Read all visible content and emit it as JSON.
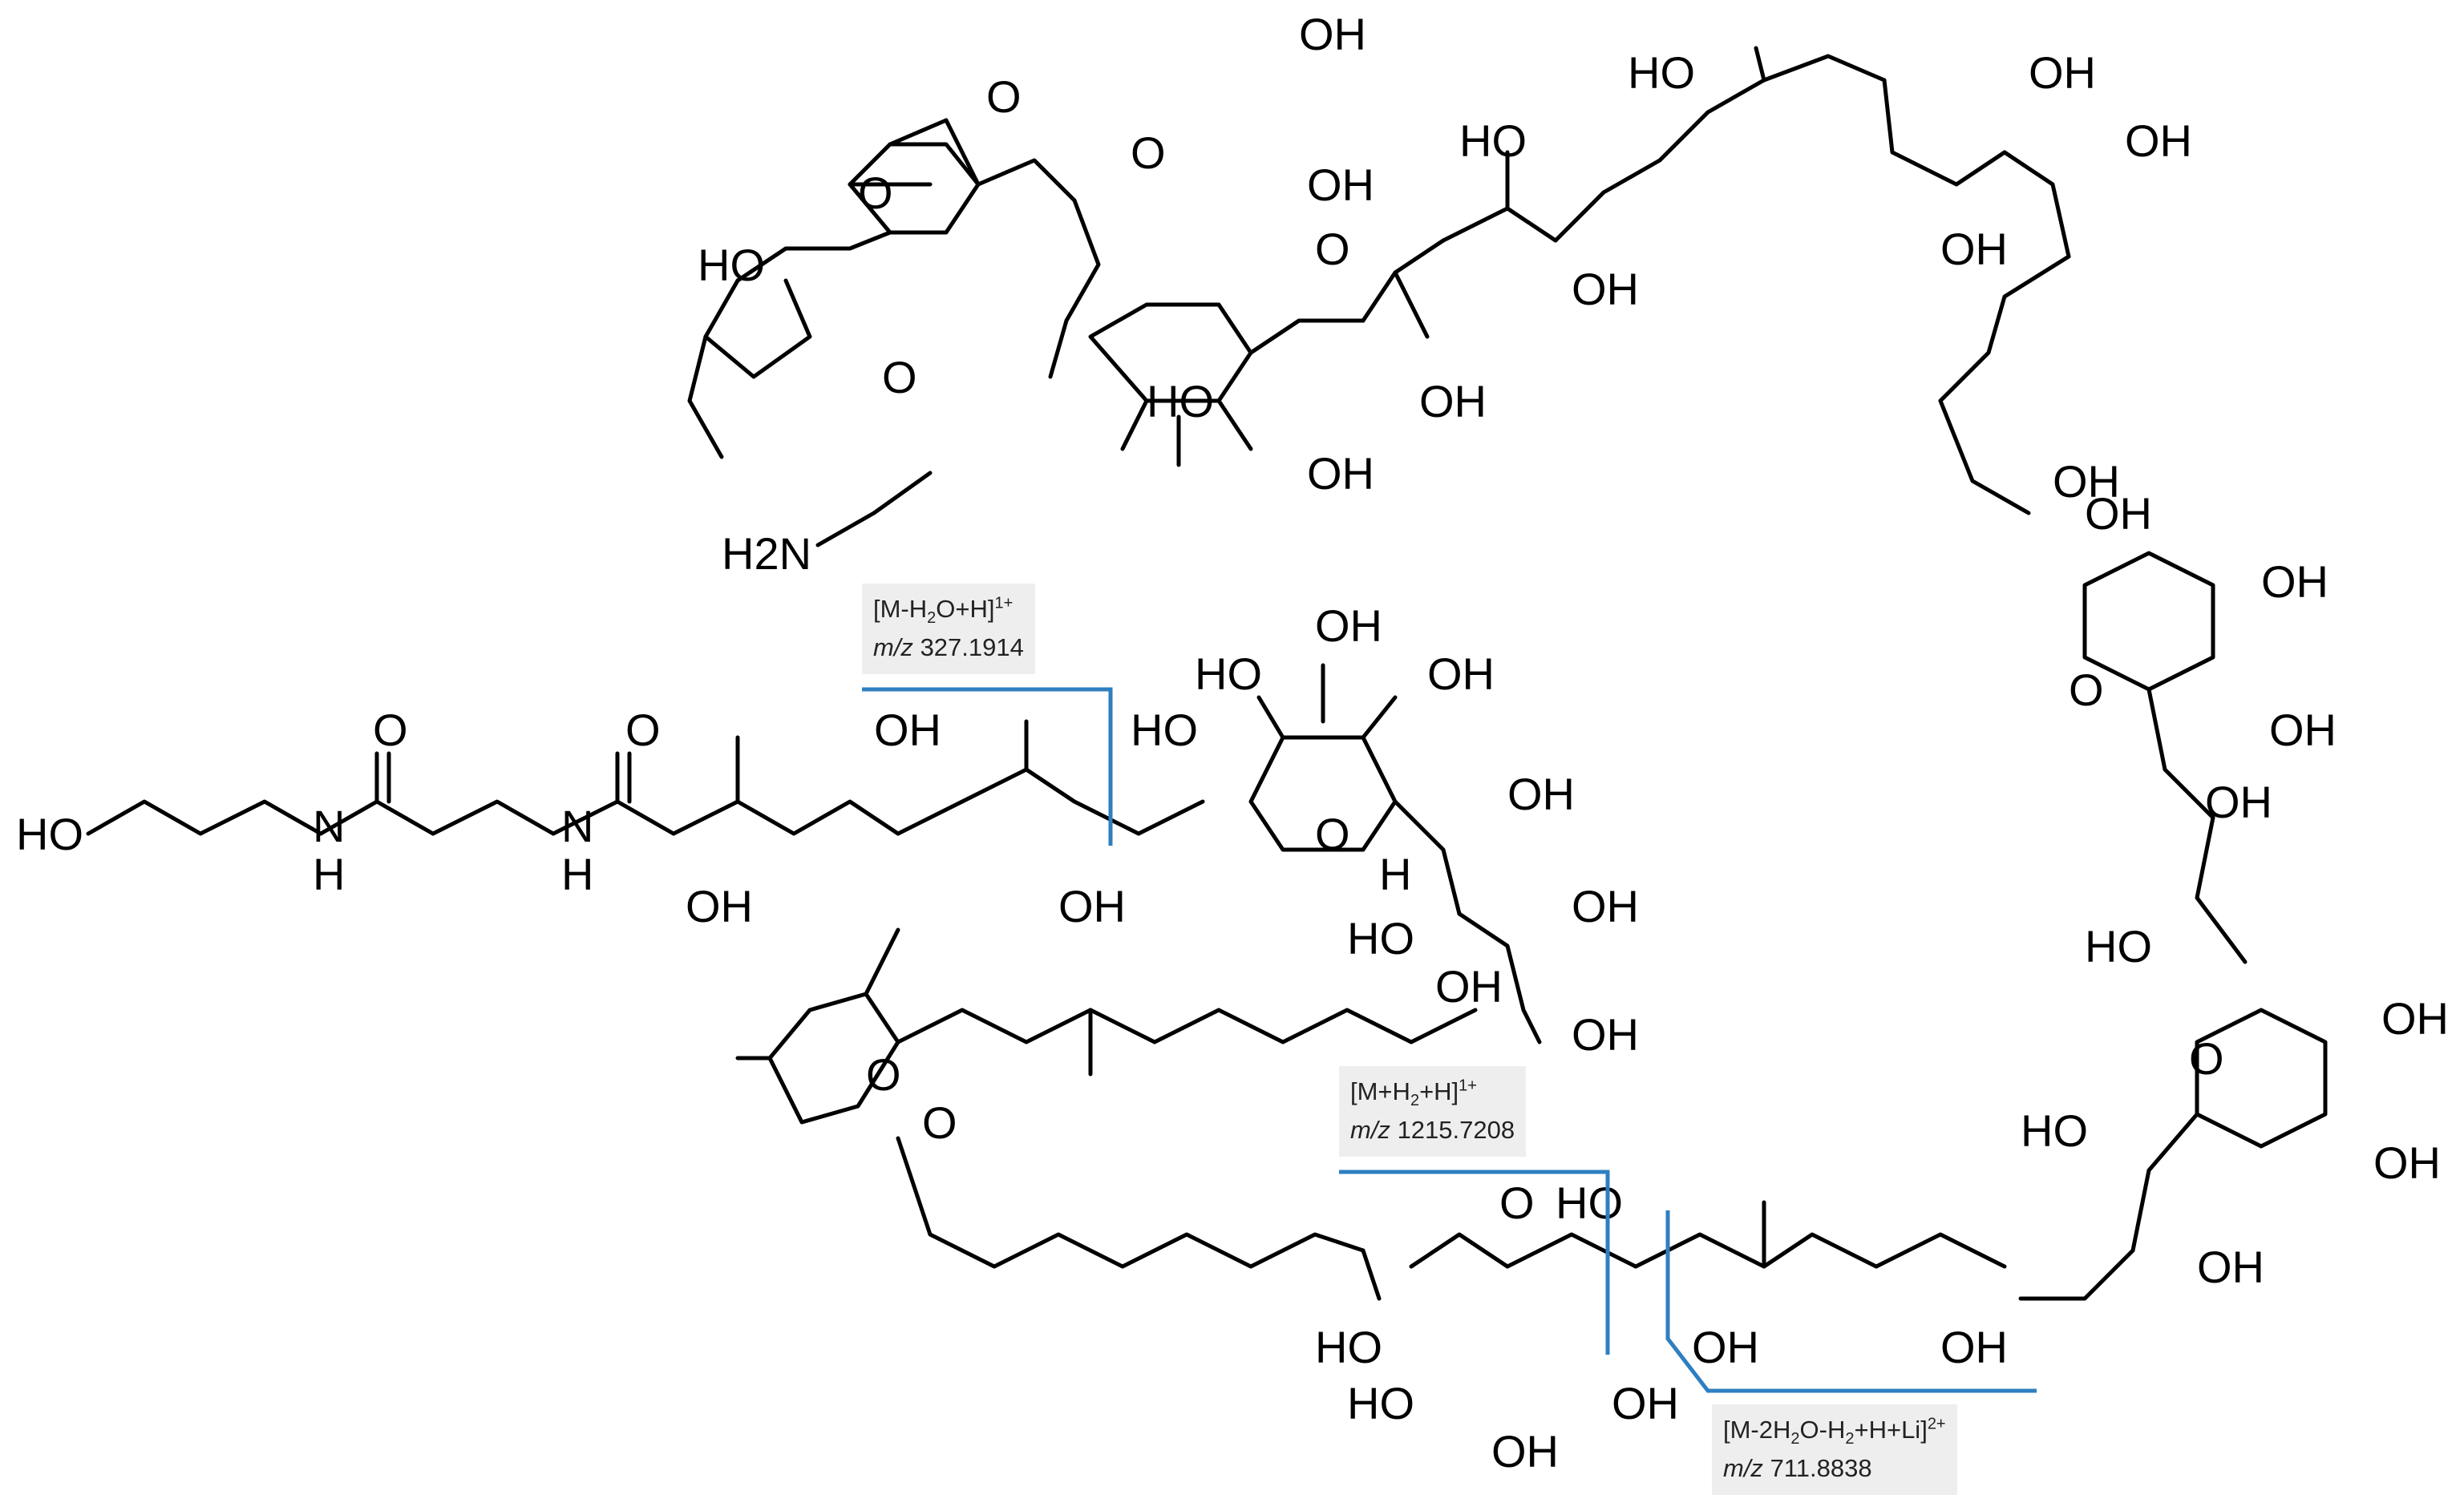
{
  "atom_labels": [
    "OH",
    "HO",
    "O",
    "H",
    "H2N",
    "N"
  ],
  "fragments": [
    {
      "ion_prefix": "[M-H",
      "sub1": "2",
      "ion_mid": "O+H]",
      "sup": "1+",
      "mz_label": "m/z",
      "mz_value": "327.1914"
    },
    {
      "ion_prefix": "[M+H",
      "sub1": "2",
      "ion_mid": "+H]",
      "sup": "1+",
      "mz_label": "m/z",
      "mz_value": "1215.7208"
    },
    {
      "ion_prefix": "[M-2H",
      "sub1": "2",
      "ion_mid": "O-H",
      "sub2": "2",
      "ion_end": "+H+Li]",
      "sup": "2+",
      "mz_label": "m/z",
      "mz_value": "711.8838"
    }
  ],
  "colors": {
    "fragment_line": "#2e7fc1",
    "fragment_box": "#eeeeee",
    "structure": "#000000"
  }
}
